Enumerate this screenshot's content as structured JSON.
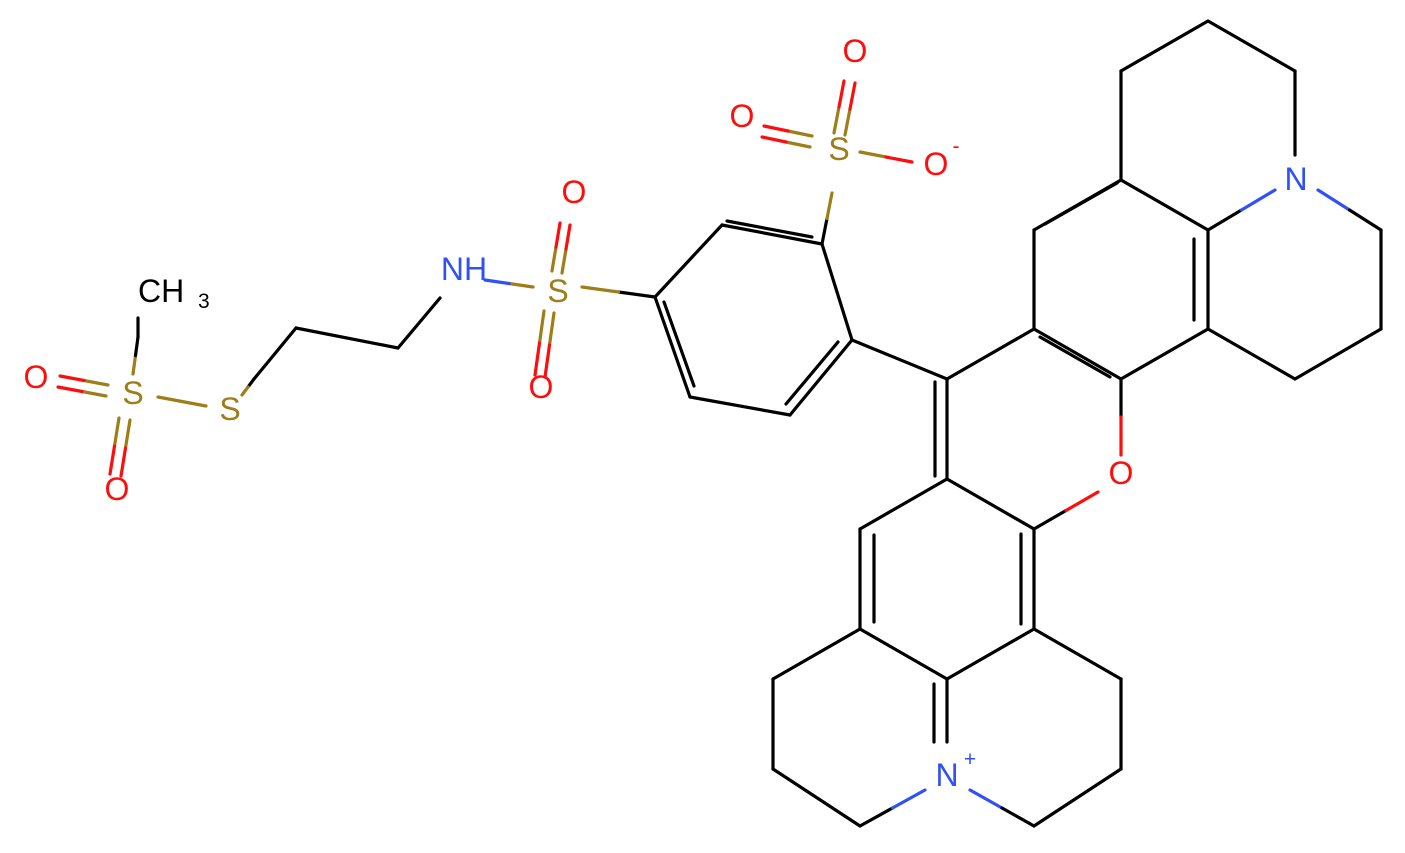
{
  "colors": {
    "bond": "#000000",
    "oxygen": "#FF0D0D",
    "nitrogen": "#3050F8",
    "sulfur": "#9D7E18",
    "background": "#FFFFFF"
  },
  "labels": {
    "s_so3": "S",
    "o_so3_top": "O",
    "o_so3_left": "O",
    "o_so3_minus": "O",
    "charge_minus": "-",
    "s_sulfonamide": "S",
    "o_sulfonamide_top": "O",
    "o_sulfonamide_bottom": "O",
    "nh": "NH",
    "s_thio": "S",
    "s_mesyl": "S",
    "o_mesyl_left": "O",
    "o_mesyl_bottom": "O",
    "ch3": "CH",
    "ch3_sub": "3",
    "n_top": "N",
    "o_ring": "O",
    "n_plus": "N",
    "charge_plus": "+"
  }
}
